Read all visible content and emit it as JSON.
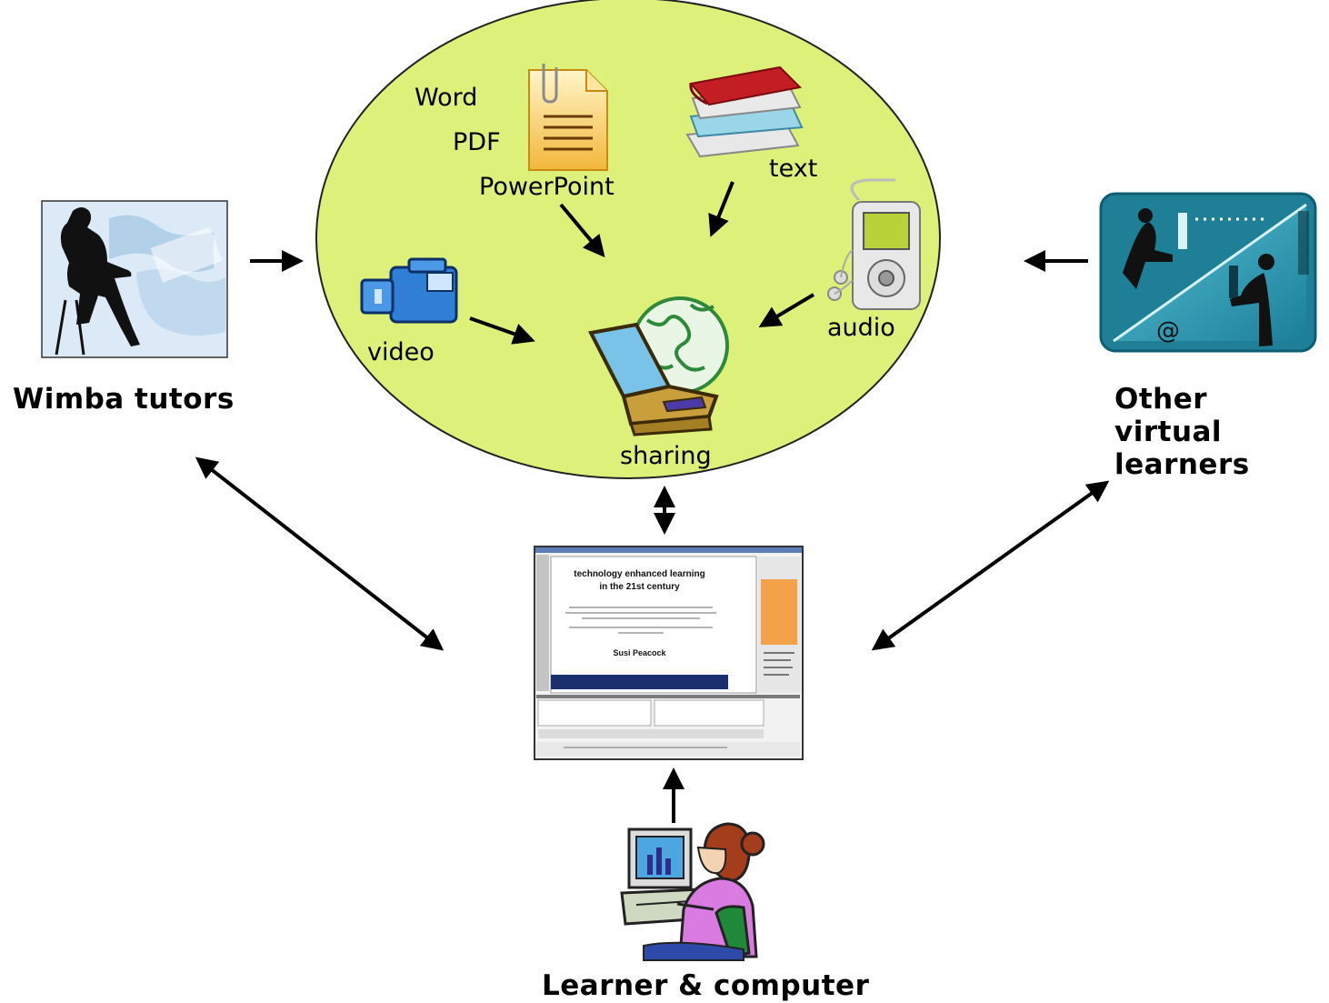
{
  "labels": {
    "wimba_tutors": "Wimba tutors",
    "other_learners": "Other virtual learners",
    "learner_computer": "Learner & computer",
    "word": "Word",
    "pdf": "PDF",
    "powerpoint": "PowerPoint",
    "text": "text",
    "audio": "audio",
    "video": "video",
    "sharing": "sharing"
  },
  "screenshot": {
    "title_line1": "technology enhanced learning",
    "title_line2": "in the 21st century",
    "author": "Susi Peacock"
  },
  "colors": {
    "hub_fill": "#dcf07a",
    "arrow": "#000000",
    "learners_panel": "#2a93ad"
  },
  "icons": {
    "tutor": "person-silhouette-icon",
    "learners": "virtual-learners-icon",
    "learner": "learner-at-computer-icon",
    "document": "document-icon",
    "books": "books-icon",
    "audio": "audio-player-icon",
    "video": "video-camera-icon",
    "sharing": "laptop-globe-icon"
  }
}
